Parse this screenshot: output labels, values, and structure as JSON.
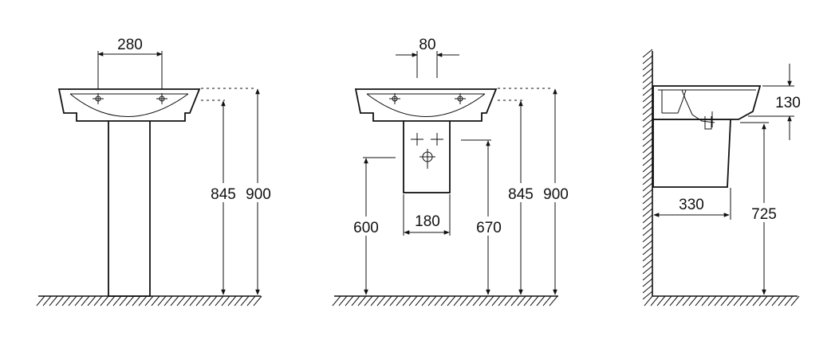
{
  "views": {
    "pedestal": {
      "faucet_spacing": "280",
      "floor_to_rim_inner": "845",
      "floor_to_rim_top": "900"
    },
    "semi_pedestal": {
      "faucet_gap": "80",
      "pedestal_width": "180",
      "floor_to_pedestal_bottom": "600",
      "floor_to_waste_outlet": "670",
      "floor_to_rim_inner": "845",
      "floor_to_rim_top": "900"
    },
    "side": {
      "basin_depth": "130",
      "wall_to_pedestal_front": "330",
      "floor_to_basin_bottom": "725"
    }
  }
}
